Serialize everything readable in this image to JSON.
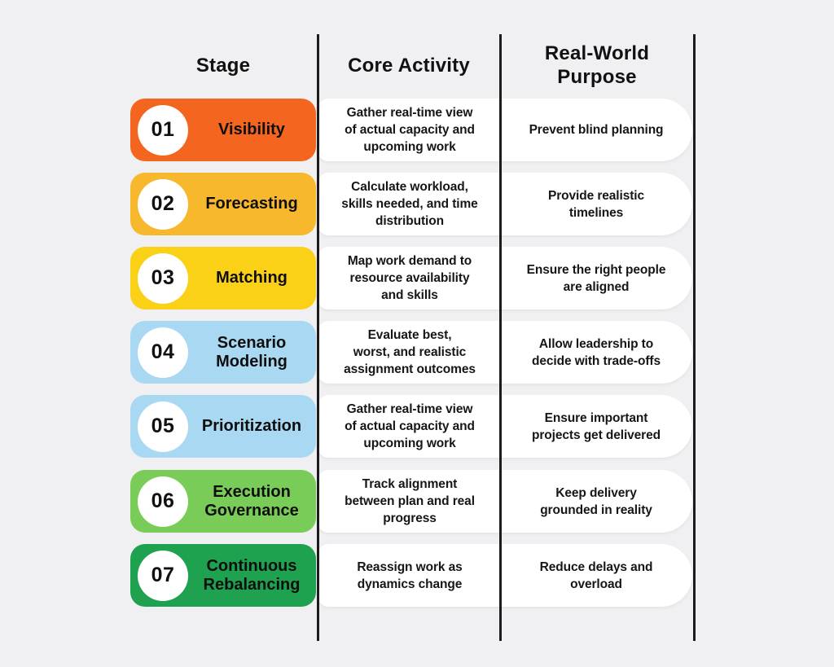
{
  "colors": {
    "background": "#F0F0F2",
    "separator_line": "#1C1C1C",
    "card": "#FFFFFF",
    "text": "#141414"
  },
  "table": {
    "headers": {
      "stage": "Stage",
      "activity": "Core Activity",
      "purpose": "Real-World\nPurpose"
    },
    "rows": [
      {
        "num": "01",
        "stage": "Visibility",
        "badge_color": "#F4661F",
        "activity": "Gather real-time view\nof actual capacity and\nupcoming work",
        "purpose": "Prevent blind planning"
      },
      {
        "num": "02",
        "stage": "Forecasting",
        "badge_color": "#F7B82D",
        "activity": "Calculate workload,\nskills needed, and time\ndistribution",
        "purpose": "Provide realistic\ntimelines"
      },
      {
        "num": "03",
        "stage": "Matching",
        "badge_color": "#FAD116",
        "activity": "Map work demand to\nresource availability\nand skills",
        "purpose": "Ensure the right people\nare aligned"
      },
      {
        "num": "04",
        "stage": "Scenario\nModeling",
        "badge_color": "#A9D9F2",
        "activity": "Evaluate best,\nworst, and realistic\nassignment outcomes",
        "purpose": "Allow leadership to\ndecide with trade-offs"
      },
      {
        "num": "05",
        "stage": "Prioritization",
        "badge_color": "#A9D9F2",
        "activity": "Gather real-time view\nof actual capacity and\nupcoming work",
        "purpose": "Ensure important\nprojects get delivered"
      },
      {
        "num": "06",
        "stage": "Execution\nGovernance",
        "badge_color": "#79CC57",
        "activity": "Track alignment\nbetween plan and real\nprogress",
        "purpose": "Keep delivery\ngrounded in reality"
      },
      {
        "num": "07",
        "stage": "Continuous\nRebalancing",
        "badge_color": "#1FA24F",
        "activity": "Reassign work as\ndynamics change",
        "purpose": "Reduce delays and\noverload"
      }
    ]
  }
}
